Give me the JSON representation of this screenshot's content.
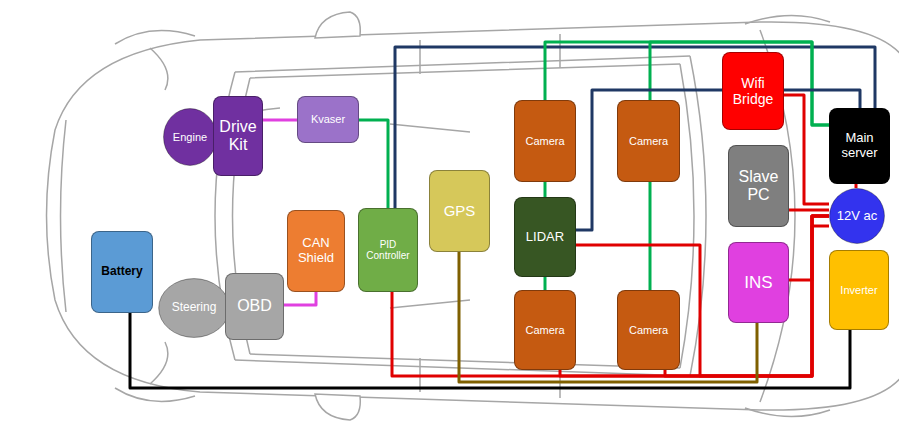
{
  "diagram": {
    "nodes": [
      {
        "text": [
          "Engine"
        ]
      },
      {
        "text": [
          "Drive Kit"
        ]
      },
      {
        "text": [
          "Kvaser"
        ]
      },
      {
        "text": [
          "Battery"
        ]
      },
      {
        "text": [
          "Steering"
        ]
      },
      {
        "text": [
          "OBD"
        ]
      },
      {
        "text": [
          "CAN Shield"
        ]
      },
      {
        "text": [
          "PID Controller"
        ]
      },
      {
        "text": [
          "GPS"
        ]
      },
      {
        "text": [
          "Camera"
        ]
      },
      {
        "text": [
          "LIDAR"
        ]
      },
      {
        "text": [
          "Camera"
        ]
      },
      {
        "text": [
          "Camera"
        ]
      },
      {
        "text": [
          "Camera"
        ]
      },
      {
        "text": [
          "Wifi Bridge"
        ]
      },
      {
        "text": [
          "Slave PC"
        ]
      },
      {
        "text": [
          "INS"
        ]
      },
      {
        "text": [
          "Main server"
        ]
      },
      {
        "text": [
          "12V ac"
        ]
      },
      {
        "text": [
          "Inverter"
        ]
      }
    ],
    "edges": [
      {
        "from": 1,
        "to": 2,
        "arrow": "none"
      },
      {
        "from": 2,
        "to": 7,
        "arrow": "none"
      },
      {
        "from": 5,
        "to": 6,
        "arrow": "none"
      },
      {
        "from": 7,
        "to": 17,
        "arrow": "none"
      },
      {
        "from": 9,
        "to": 10,
        "arrow": "none"
      },
      {
        "from": 10,
        "to": 11,
        "arrow": "none"
      },
      {
        "from": 12,
        "to": 13,
        "arrow": "none"
      },
      {
        "from": 9,
        "to": 17,
        "arrow": "none"
      },
      {
        "from": 12,
        "to": 17,
        "arrow": "none"
      },
      {
        "from": 10,
        "to": 17,
        "arrow": "none"
      },
      {
        "from": 7,
        "to": 18,
        "arrow": "none"
      },
      {
        "from": 11,
        "to": 18,
        "arrow": "none"
      },
      {
        "from": 13,
        "to": 18,
        "arrow": "none"
      },
      {
        "from": 10,
        "to": 18,
        "arrow": "none"
      },
      {
        "from": 14,
        "to": 18,
        "arrow": "none"
      },
      {
        "from": 15,
        "to": 18,
        "arrow": "none"
      },
      {
        "from": 16,
        "to": 18,
        "arrow": "none"
      },
      {
        "from": 17,
        "to": 18,
        "arrow": "none"
      },
      {
        "from": 8,
        "to": 16,
        "arrow": "none"
      },
      {
        "from": 3,
        "to": 19,
        "arrow": "none"
      }
    ]
  }
}
